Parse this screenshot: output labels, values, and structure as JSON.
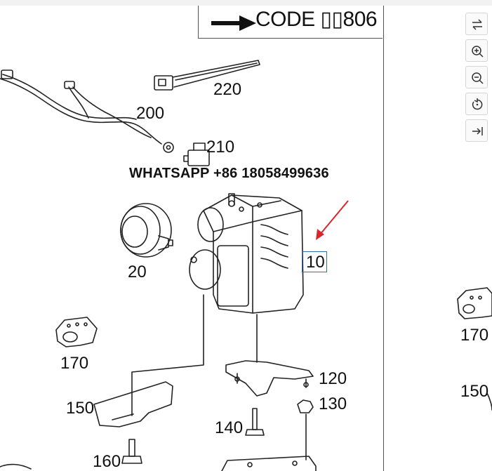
{
  "diagram": {
    "code_label": "CODE ▯▯806",
    "watermark": "WHATSAPP +86 18058499636",
    "part_labels": {
      "p220": "220",
      "p200": "200",
      "p210": "210",
      "p20": "20",
      "p10": "10",
      "p170": "170",
      "p120": "120",
      "p130": "130",
      "p150": "150",
      "p140": "140",
      "p160": "160"
    },
    "right_panel_labels": {
      "p170": "170",
      "p150": "150"
    },
    "highlight_color": "#2f6fb3",
    "pointer_arrow_color": "#d9262c"
  },
  "toolbar": {
    "buttons": [
      {
        "icon": "swap-arrows-icon"
      },
      {
        "icon": "zoom-in-icon"
      },
      {
        "icon": "zoom-out-icon"
      },
      {
        "icon": "rotate-icon"
      },
      {
        "icon": "fit-to-edge-icon"
      }
    ]
  }
}
